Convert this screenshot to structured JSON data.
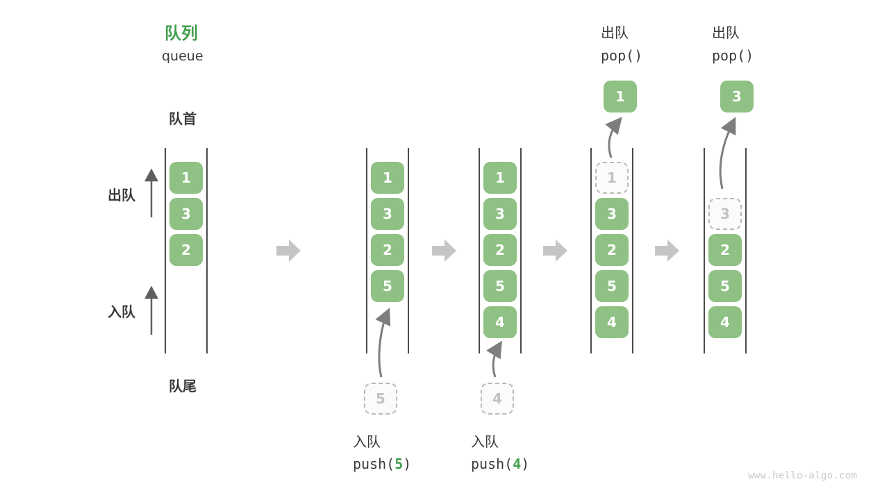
{
  "title": {
    "zh": "队列",
    "en": "queue"
  },
  "side_labels": {
    "front": "队首",
    "rear": "队尾",
    "dequeue": "出队",
    "enqueue": "入队"
  },
  "columns": [
    {
      "cells": [
        "1",
        "3",
        "2"
      ]
    },
    {
      "cells": [
        "1",
        "3",
        "2",
        "5"
      ],
      "pending": "5",
      "op": {
        "zh": "入队",
        "code_prefix": "push(",
        "arg": "5",
        "code_suffix": ")"
      }
    },
    {
      "cells": [
        "1",
        "3",
        "2",
        "5",
        "4"
      ],
      "pending": "4",
      "op": {
        "zh": "入队",
        "code_prefix": "push(",
        "arg": "4",
        "code_suffix": ")"
      }
    },
    {
      "ghost": "1",
      "cells": [
        "3",
        "2",
        "5",
        "4"
      ],
      "popped": "1",
      "op": {
        "zh": "出队",
        "code": "pop()"
      }
    },
    {
      "ghost": "3",
      "cells": [
        "2",
        "5",
        "4"
      ],
      "popped": "3",
      "op": {
        "zh": "出队",
        "code": "pop()"
      }
    }
  ],
  "icons": [
    "flow-arrow-icon",
    "dequeue-direction-arrow-icon",
    "enqueue-direction-arrow-icon",
    "enqueue-curve-arrow-icon",
    "dequeue-curve-arrow-icon"
  ],
  "colors": {
    "box_green": "#8ec183",
    "title_green": "#43a04e",
    "block_arrow_gray": "#c5c5c5",
    "curve_arrow_gray": "#7e7e7e",
    "channel_line": "#4a4a4a",
    "ghost_gray": "#b9b9b9",
    "text_dark": "#3b3b3b",
    "watermark_gray": "#cbcbcb"
  },
  "watermark": "www.hello-algo.com"
}
